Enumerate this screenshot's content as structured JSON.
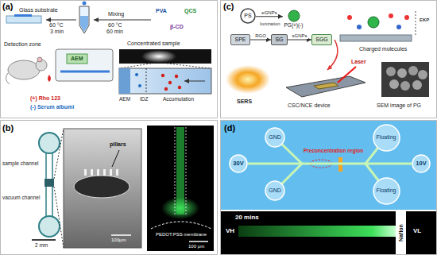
{
  "diagram": {
    "nodes": [
      {
        "text": [
          "PS"
        ]
      },
      {
        "text": [
          "PG(+)(-)"
        ]
      },
      {
        "text": [
          "SPE"
        ]
      },
      {
        "text": [
          "SG"
        ]
      },
      {
        "text": [
          "SGG"
        ]
      },
      {
        "text": [
          "GND"
        ]
      },
      {
        "text": [
          "Floating"
        ]
      },
      {
        "text": [
          "30V"
        ]
      },
      {
        "text": [
          "10V"
        ]
      },
      {
        "text": [
          "GND"
        ]
      },
      {
        "text": [
          "Floating"
        ]
      }
    ],
    "edges": [
      {
        "from": 0,
        "to": 1,
        "label": "eGNPs",
        "arrow": "to"
      },
      {
        "from": 2,
        "to": 3,
        "label": "RGO",
        "arrow": "to"
      },
      {
        "from": 3,
        "to": 4,
        "label": "sGNPs",
        "arrow": "to"
      },
      {
        "from": 7,
        "to": 8,
        "arrow": "none"
      }
    ],
    "labels": [
      "(a)",
      "Glass substrate",
      "60 °C",
      "3 min",
      "Mixing",
      "60 °C",
      "60 min",
      "PVA",
      "QCS",
      "β-CD",
      "Detection zone",
      "AEM",
      "Concentrated sample",
      "(+) Rho 123",
      "(-) Serum albumi",
      "AEM",
      "IDZ",
      "Accumulation",
      "(c)",
      "Ionization",
      "Charged molecules",
      "EKP",
      "SERS",
      "Laser",
      "CSC/NCE device",
      "SEM image of PG",
      "(b)",
      "sample channel",
      "vacuum channel",
      "2 mm",
      "pillars",
      "100μm",
      "PEDOT:PSS membrane",
      "100 μm",
      "(d)",
      "Preconcentration region",
      "20 mins",
      "VH",
      "VL",
      "Nafion"
    ]
  }
}
